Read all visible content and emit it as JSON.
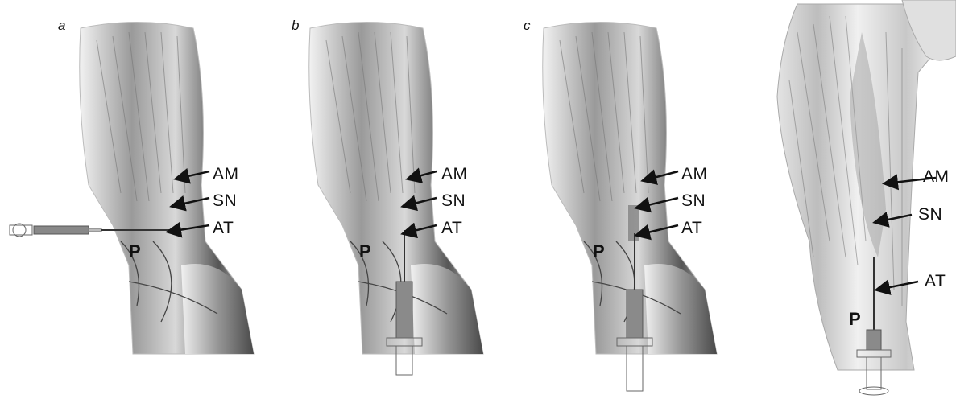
{
  "panels": [
    {
      "letter": "a",
      "labels": {
        "am": "AM",
        "sn": "SN",
        "at": "AT",
        "p": "P"
      }
    },
    {
      "letter": "b",
      "labels": {
        "am": "AM",
        "sn": "SN",
        "at": "AT",
        "p": "P"
      }
    },
    {
      "letter": "c",
      "labels": {
        "am": "AM",
        "sn": "SN",
        "at": "AT",
        "p": "P"
      }
    },
    {
      "letter": "",
      "labels": {
        "am": "AM",
        "sn": "SN",
        "at": "AT",
        "p": "P"
      }
    }
  ]
}
